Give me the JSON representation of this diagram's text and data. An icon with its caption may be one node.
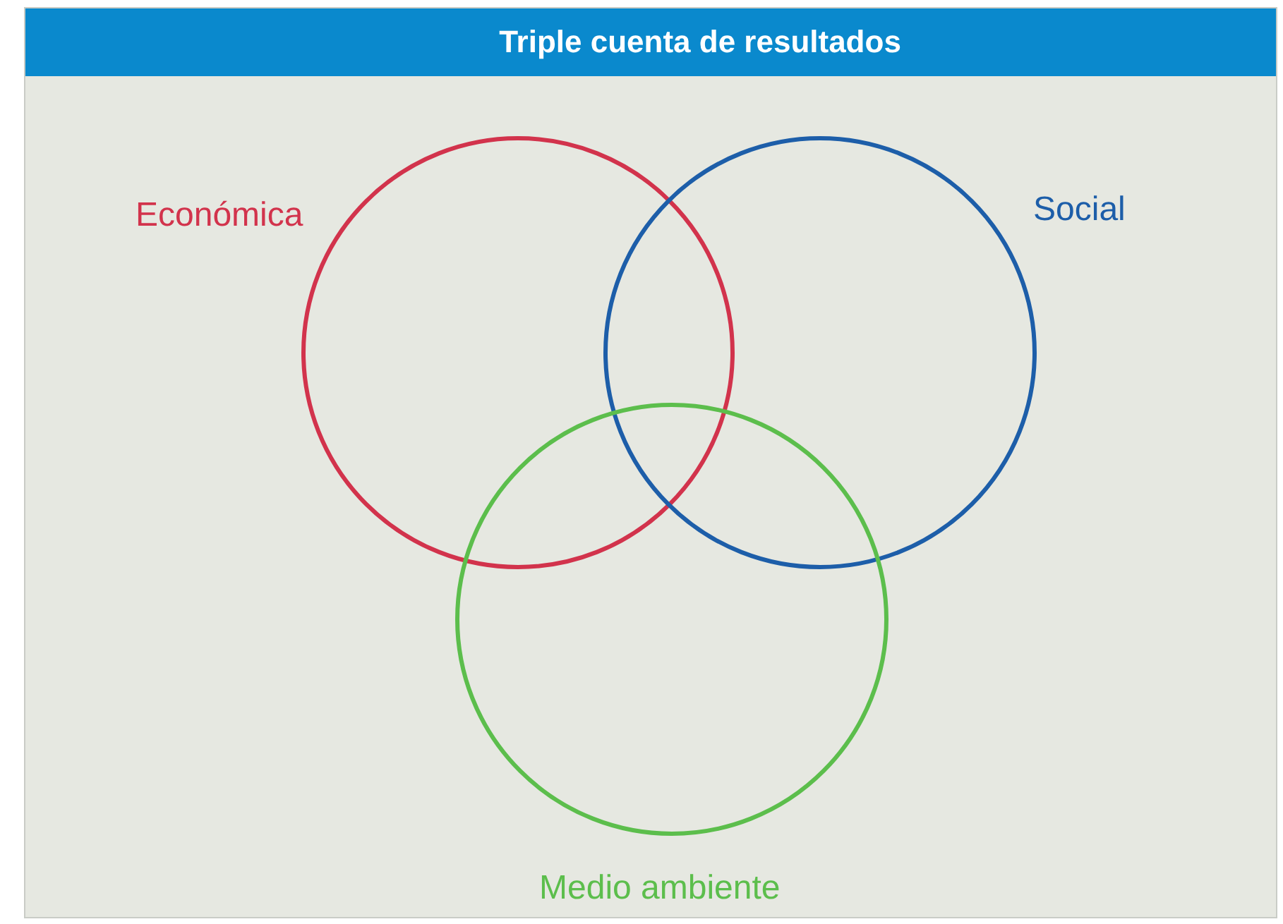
{
  "diagram": {
    "title": "Triple cuenta de resultados",
    "nodes": [
      {
        "text": [
          "Económica"
        ]
      },
      {
        "text": [
          "Social"
        ]
      },
      {
        "text": [
          "Medio ambiente"
        ]
      }
    ],
    "edges": []
  }
}
